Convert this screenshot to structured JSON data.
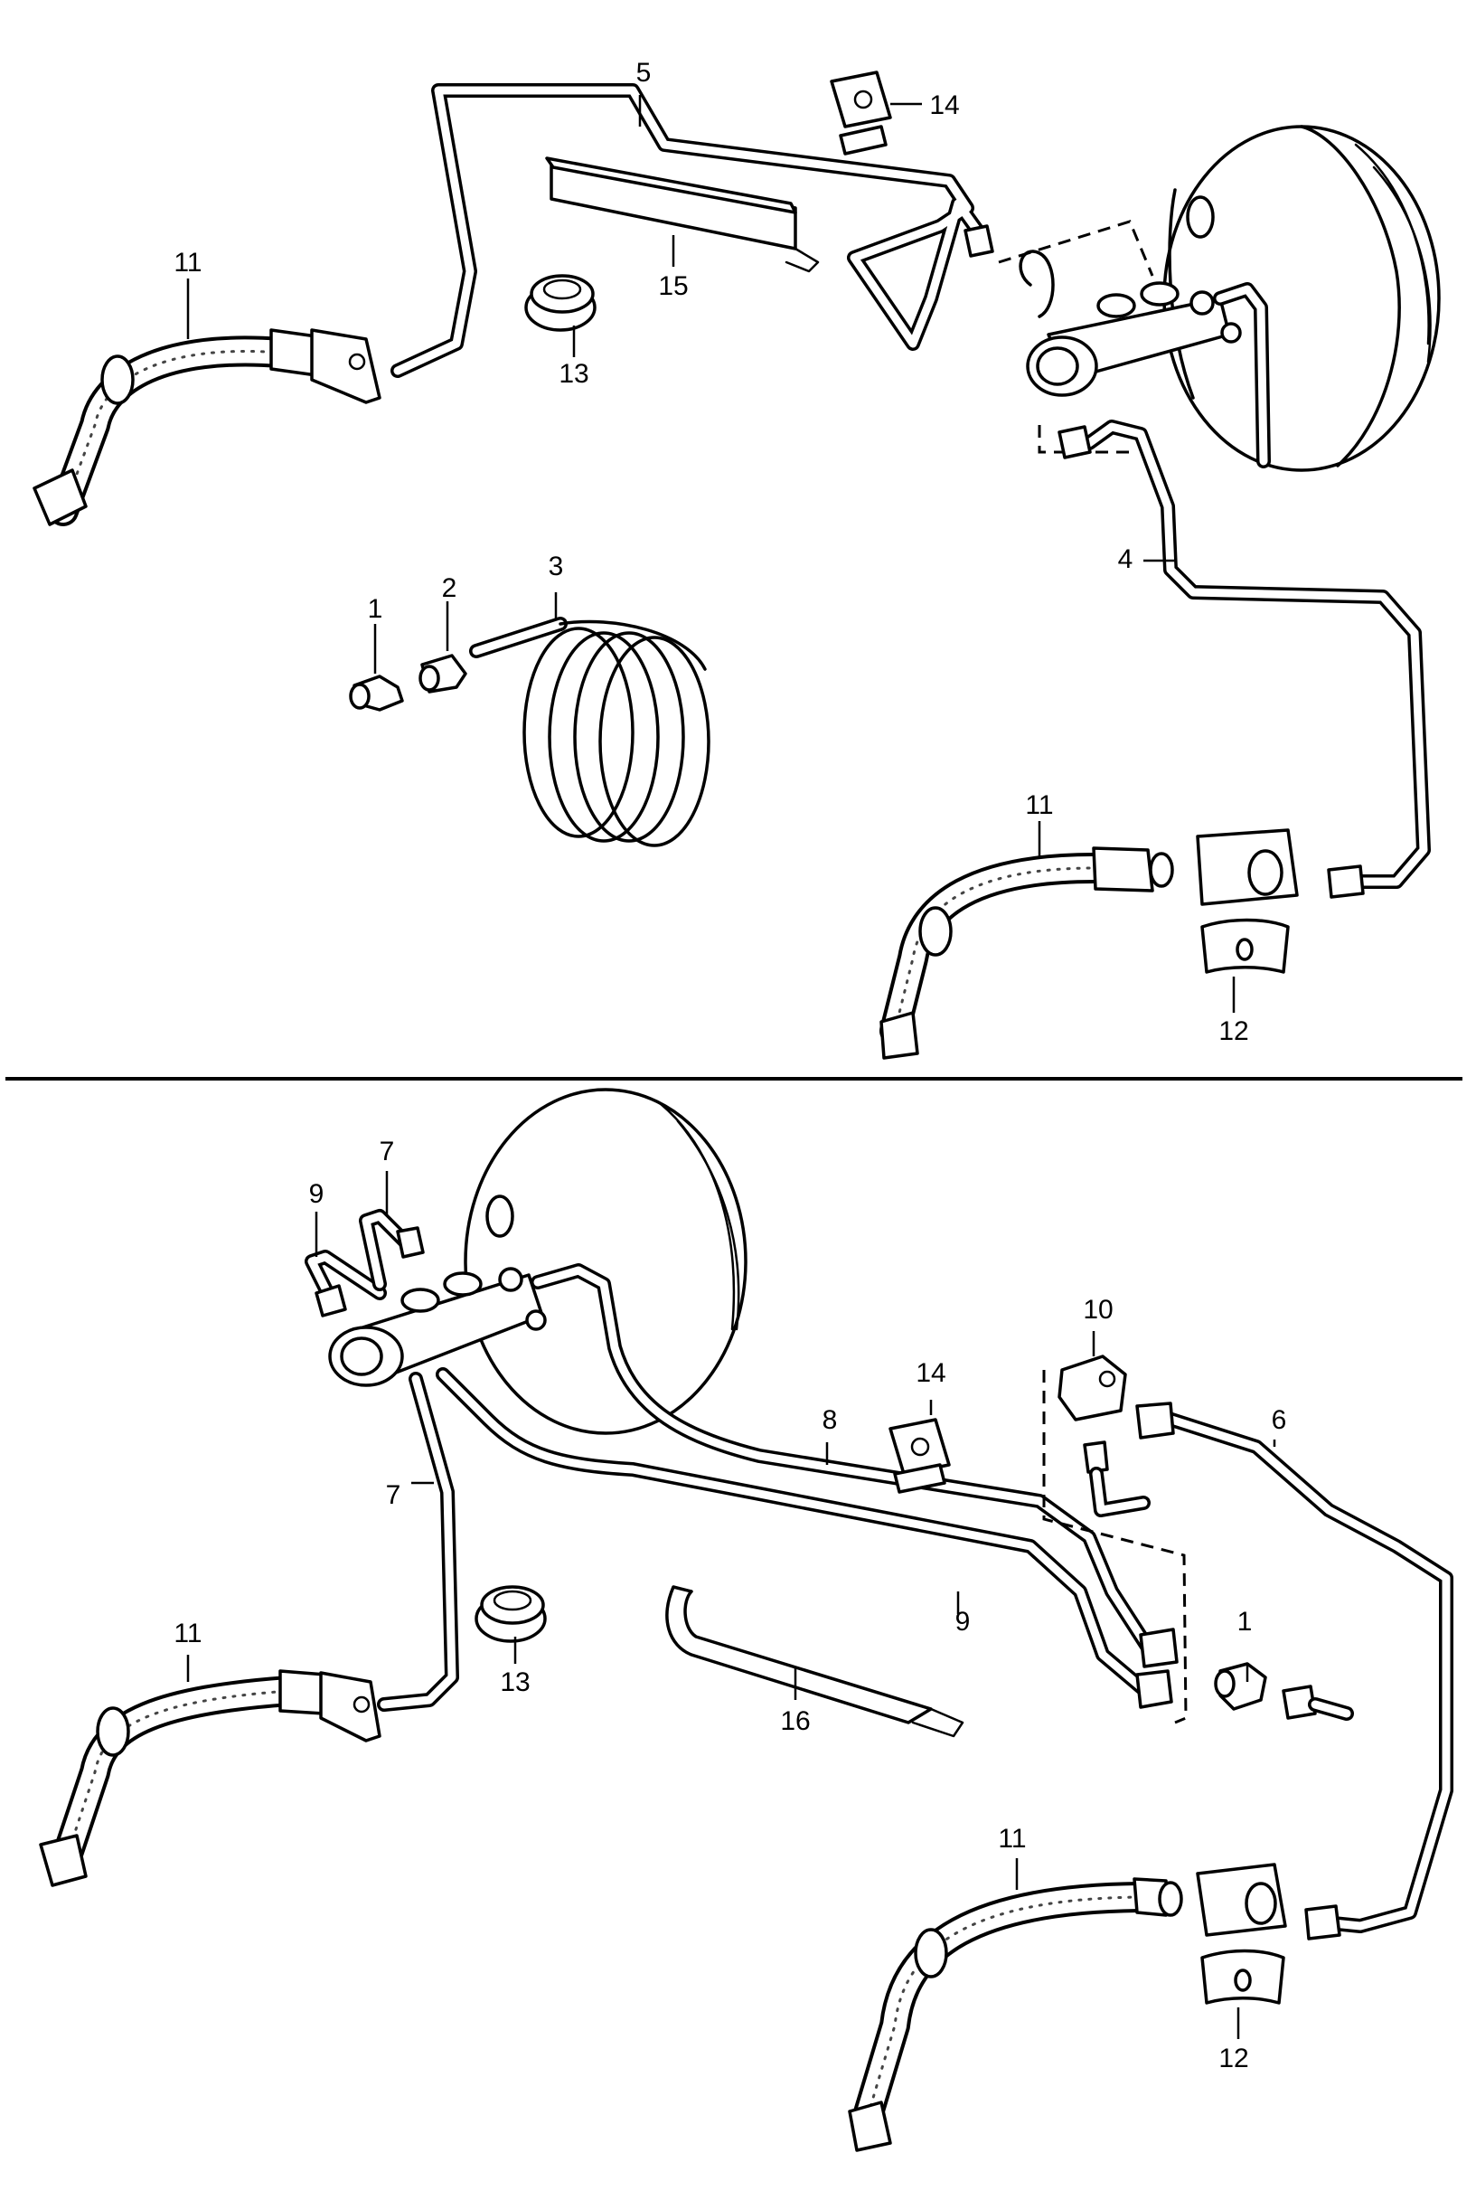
{
  "callouts": {
    "c1_top": "1",
    "c2_top": "2",
    "c3_top": "3",
    "c4_top": "4",
    "c5_top": "5",
    "c11_top_left": "11",
    "c11_top_right": "11",
    "c12_top": "12",
    "c13_top": "13",
    "c14_top": "14",
    "c15_top": "15",
    "c1_bot": "1",
    "c6_bot": "6",
    "c7_bot_upper": "7",
    "c7_bot_lower": "7",
    "c8_bot": "8",
    "c9_bot_upper": "9",
    "c9_bot_lower": "9",
    "c10_bot": "10",
    "c11_bot_left": "11",
    "c11_bot_right": "11",
    "c12_bot": "12",
    "c13_bot": "13",
    "c14_bot": "14",
    "c16_bot": "16"
  }
}
